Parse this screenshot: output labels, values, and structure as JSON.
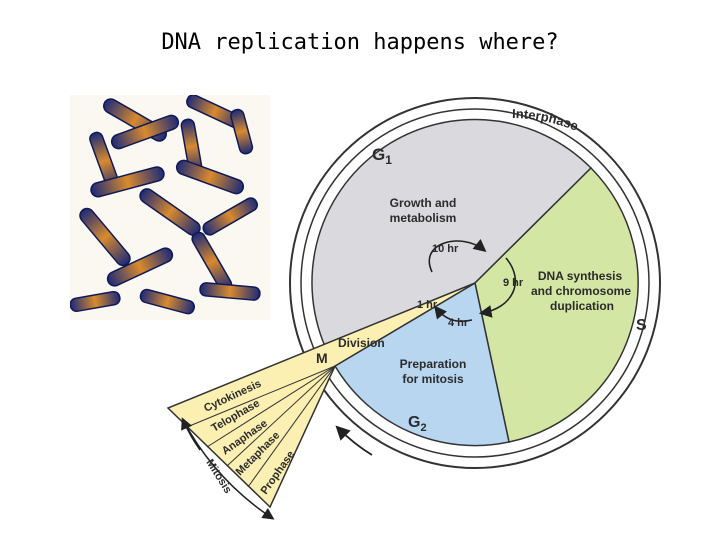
{
  "title": "DNA replication happens where?",
  "diagram": {
    "interphase": "Interphase",
    "g1": {
      "letter": "G",
      "sub": "1",
      "line1": "Growth and",
      "line2": "metabolism",
      "time": "10 hr"
    },
    "s": {
      "letter": "S",
      "line1": "DNA synthesis",
      "line2": "and chromosome",
      "line3": "duplication",
      "time": "9 hr"
    },
    "g2": {
      "letter": "G",
      "sub": "2",
      "line1": "Preparation",
      "line2": "for mitosis",
      "time": "4 hr"
    },
    "m": {
      "letter": "M",
      "label": "Division",
      "time": "1 hr"
    },
    "mitosis": "Mitosis",
    "phases": [
      "Cytokinesis",
      "Telophase",
      "Anaphase",
      "Metaphase",
      "Prophase"
    ],
    "colors": {
      "g1": "#d9d9de",
      "s": "#d4e6a4",
      "g2": "#b8d6f0",
      "m": "#fbefb2",
      "outline": "#333333"
    }
  }
}
